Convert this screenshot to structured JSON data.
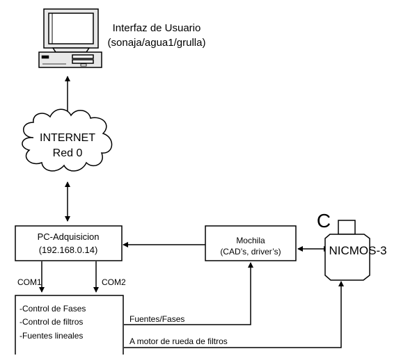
{
  "user_interface": {
    "title": "Interfaz de Usuario",
    "hosts": "(sonaja/agua1/grulla)"
  },
  "internet": {
    "line1": "INTERNET",
    "line2": "Red 0"
  },
  "pc_adquisicion": {
    "name": "PC-Adquisicion",
    "ip": "(192.168.0.14)"
  },
  "mochila": {
    "name": "Mochila",
    "detail": "(CAD’s, driver’s)"
  },
  "nicmos": {
    "label": "NICMOS-3",
    "top_letter": "C"
  },
  "ports": {
    "com1": "COM1",
    "com2": "COM2"
  },
  "control_box": {
    "items": [
      "-Control de Fases",
      "-Control de filtros",
      "-Fuentes lineales"
    ]
  },
  "links": {
    "fuentes_fases": "Fuentes/Fases",
    "motor": "A motor de rueda de filtros"
  }
}
